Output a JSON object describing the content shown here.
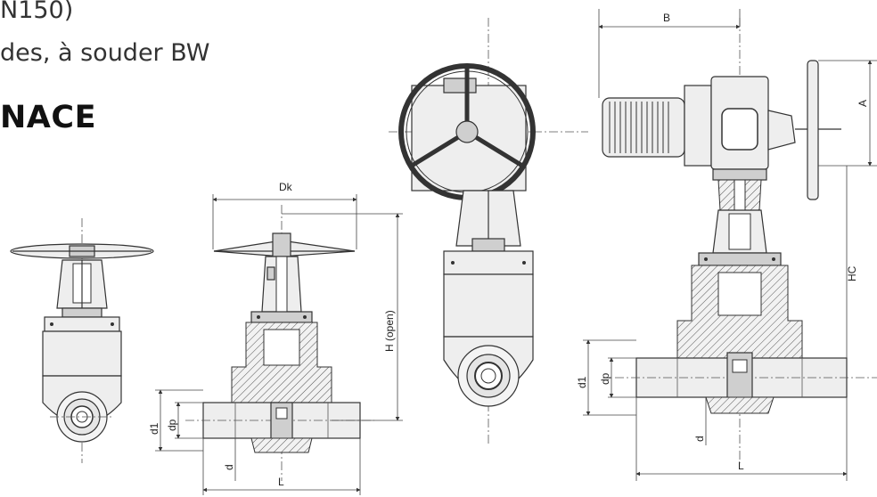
{
  "header": {
    "line1": "N150)",
    "line2": "des, à souder BW",
    "line3": "NACE"
  },
  "labels": {
    "dk": "Dk",
    "h_open": "H (open)",
    "d1_a": "d1",
    "dp_a": "dp",
    "d_a": "d",
    "l_a": "L",
    "d1_b": "d1",
    "dp_b": "dp",
    "d_b": "d",
    "l_b": "L",
    "b": "B",
    "a": "A",
    "hc": "HC"
  }
}
